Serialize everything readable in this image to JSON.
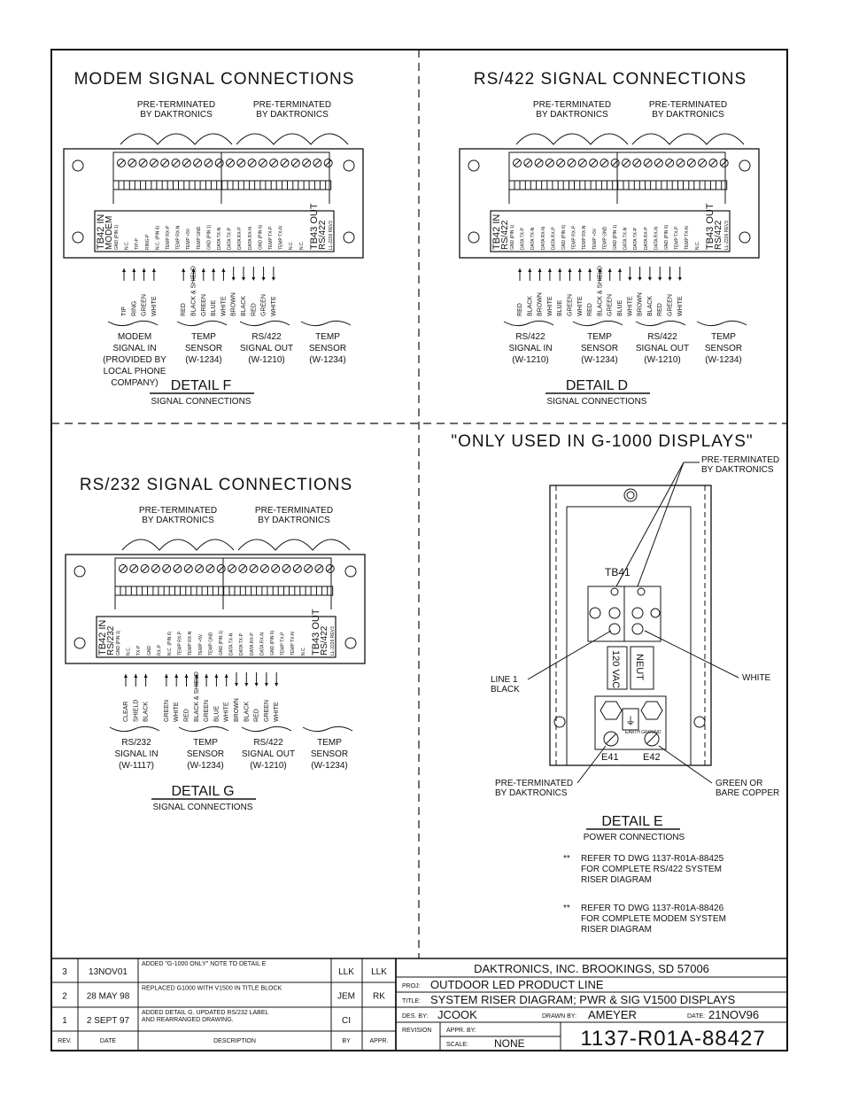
{
  "common": {
    "preterminated_line1": "PRE-TERMINATED",
    "preterminated_line2": "BY DAKTRONICS",
    "detail_subtitle": "SIGNAL CONNECTIONS"
  },
  "modem": {
    "heading": "MODEM SIGNAL CONNECTIONS",
    "tb_left_label": "TB42 IN",
    "tb_left_sub": "MODEM",
    "tb_right_label": "TB43 OUT",
    "tb_right_sub": "RS/422",
    "part_no": "LL-2226 REV3",
    "pins": [
      "GND (PIN 1)",
      "N.C.",
      "TIP-P",
      "RING-P",
      "N.C. (PIN 6)",
      "TEMP RX-P",
      "TEMP RX-N",
      "TEMP +5V",
      "TEMP GND",
      "GND (PIN 1)",
      "DATA TX-N",
      "DATA TX-P",
      "DATA RX-P",
      "DATA RX-N",
      "GND (PIN 6)",
      "TEMP TX-P",
      "TEMP TX-N",
      "N.C.",
      "N.C."
    ],
    "wires": [
      "TIP",
      "RING",
      "GREEN",
      "WHITE",
      "RED",
      "BLACK & SHIELD",
      "GREEN",
      "BLUE",
      "WHITE",
      "BROWN",
      "BLACK",
      "RED",
      "GREEN",
      "WHITE"
    ],
    "groups": [
      {
        "lines": [
          "MODEM",
          "SIGNAL IN",
          "(PROVIDED BY",
          "LOCAL PHONE",
          "COMPANY)"
        ]
      },
      {
        "lines": [
          "TEMP",
          "SENSOR",
          "(W-1234)"
        ]
      },
      {
        "lines": [
          "RS/422",
          "SIGNAL OUT",
          "(W-1210)"
        ]
      },
      {
        "lines": [
          "TEMP",
          "SENSOR",
          "(W-1234)"
        ]
      }
    ],
    "detail_title": "DETAIL F"
  },
  "rs422": {
    "heading": "RS/422 SIGNAL CONNECTIONS",
    "tb_left_label": "TB42 IN",
    "tb_left_sub": "RS/422",
    "tb_right_label": "TB43 OUT",
    "tb_right_sub": "RS/422",
    "part_no": "LL-2226 REV3",
    "pins": [
      "GND (PIN 1)",
      "DATA TX-P",
      "DATA TX-N",
      "DATA RX-N",
      "DATA RX-P",
      "GND (PIN 6)",
      "TEMP RX-P",
      "TEMP RX-N",
      "TEMP +5V",
      "TEMP GND",
      "GND (PIN 1)",
      "DATA TX-N",
      "DATA TX-P",
      "DATA RX-P",
      "DATA RX-N",
      "GND (PIN 6)",
      "TEMP TX-P",
      "TEMP TX-N",
      "N.C."
    ],
    "wires": [
      "RED",
      "BLACK",
      "BROWN",
      "WHITE",
      "BLUE",
      "GREEN",
      "WHITE",
      "RED",
      "BLACK & SHIELD",
      "GREEN",
      "BLUE",
      "WHITE",
      "BROWN",
      "BLACK",
      "RED",
      "GREEN",
      "WHITE"
    ],
    "groups": [
      {
        "lines": [
          "RS/422",
          "SIGNAL IN",
          "(W-1210)"
        ]
      },
      {
        "lines": [
          "TEMP",
          "SENSOR",
          "(W-1234)"
        ]
      },
      {
        "lines": [
          "RS/422",
          "SIGNAL OUT",
          "(W-1210)"
        ]
      },
      {
        "lines": [
          "TEMP",
          "SENSOR",
          "(W-1234)"
        ]
      }
    ],
    "detail_title": "DETAIL D"
  },
  "rs232": {
    "heading": "RS/232 SIGNAL CONNECTIONS",
    "tb_left_label": "TB42 IN",
    "tb_left_sub": "RS/232",
    "tb_right_label": "TB43 OUT",
    "tb_right_sub": "RS/422",
    "part_no": "LL-2226 REV3",
    "pins": [
      "GND (PIN 1)",
      "N.C.",
      "TX-P",
      "GND",
      "RX-P",
      "N.C. (PIN 6)",
      "TEMP RX-P",
      "TEMP RX-N",
      "TEMP +5V",
      "TEMP GND",
      "GND (PIN 1)",
      "DATA TX-N",
      "DATA TX-P",
      "DATA RX-P",
      "DATA RX-N",
      "GND (PIN 6)",
      "TEMP TX-P",
      "TEMP TX-N",
      "N.C."
    ],
    "wires": [
      "CLEAR",
      "SHIELD",
      "BLACK",
      "GREEN",
      "WHITE",
      "RED",
      "BLACK & SHIELD",
      "GREEN",
      "BLUE",
      "WHITE",
      "BROWN",
      "BLACK",
      "RED",
      "GREEN",
      "WHITE"
    ],
    "groups": [
      {
        "lines": [
          "RS/232",
          "SIGNAL IN",
          "(W-1117)"
        ]
      },
      {
        "lines": [
          "TEMP",
          "SENSOR",
          "(W-1234)"
        ]
      },
      {
        "lines": [
          "RS/422",
          "SIGNAL OUT",
          "(W-1210)"
        ]
      },
      {
        "lines": [
          "TEMP",
          "SENSOR",
          "(W-1234)"
        ]
      }
    ],
    "detail_title": "DETAIL G"
  },
  "power": {
    "heading": "\"ONLY USED IN G-1000 DISPLAYS\"",
    "tb_label": "TB41",
    "vac_label": "120 VAC",
    "neut_label": "NEUT",
    "earth_label": "EARTH GROUND",
    "e41": "E41",
    "e42": "E42",
    "line1_a": "LINE 1",
    "line1_b": "BLACK",
    "white": "WHITE",
    "green_a": "GREEN OR",
    "green_b": "BARE COPPER",
    "detail_title": "DETAIL E",
    "detail_subtitle": "POWER CONNECTIONS",
    "notes": [
      [
        "REFER TO DWG 1137-R01A-88425",
        "FOR COMPLETE RS/422 SYSTEM",
        "RISER DIAGRAM"
      ],
      [
        "REFER TO DWG 1137-R01A-88426",
        "FOR COMPLETE MODEM SYSTEM",
        "RISER DIAGRAM"
      ]
    ],
    "note_mark": "**"
  },
  "revisions": {
    "rows": [
      {
        "rev": "3",
        "date": "13NOV01",
        "desc": "ADDED \"G-1000 ONLY\" NOTE TO DETAIL E",
        "by": "LLK",
        "appr": "LLK"
      },
      {
        "rev": "2",
        "date": "28 MAY 98",
        "desc": "REPLACED G1000 WITH V1500 IN TITLE BLOCK",
        "by": "JEM",
        "appr": "RK"
      },
      {
        "rev": "1",
        "date": "2 SEPT 97",
        "desc": "ADDED DETAIL G. UPDATED RS/232 LABEL AND REARRANGED DRAWING.",
        "by": "CI",
        "appr": ""
      }
    ],
    "headers": {
      "rev": "REV.",
      "date": "DATE",
      "desc": "DESCRIPTION",
      "by": "BY",
      "appr": "APPR."
    }
  },
  "title_block": {
    "company": "DAKTRONICS, INC.  BROOKINGS, SD 57006",
    "proj_label": "PROJ:",
    "proj": "OUTDOOR LED PRODUCT LINE",
    "title_label": "TITLE:",
    "title": "SYSTEM RISER DIAGRAM; PWR & SIG V1500 DISPLAYS",
    "des_label": "DES. BY:",
    "des": "JCOOK",
    "drawn_label": "DRAWN BY:",
    "drawn": "AMEYER",
    "date_label": "DATE:",
    "date": "21NOV96",
    "revision_label": "REVISION",
    "appr_label": "APPR. BY:",
    "scale_label": "SCALE:",
    "scale": "NONE",
    "dwg_no": "1137-R01A-88427"
  }
}
